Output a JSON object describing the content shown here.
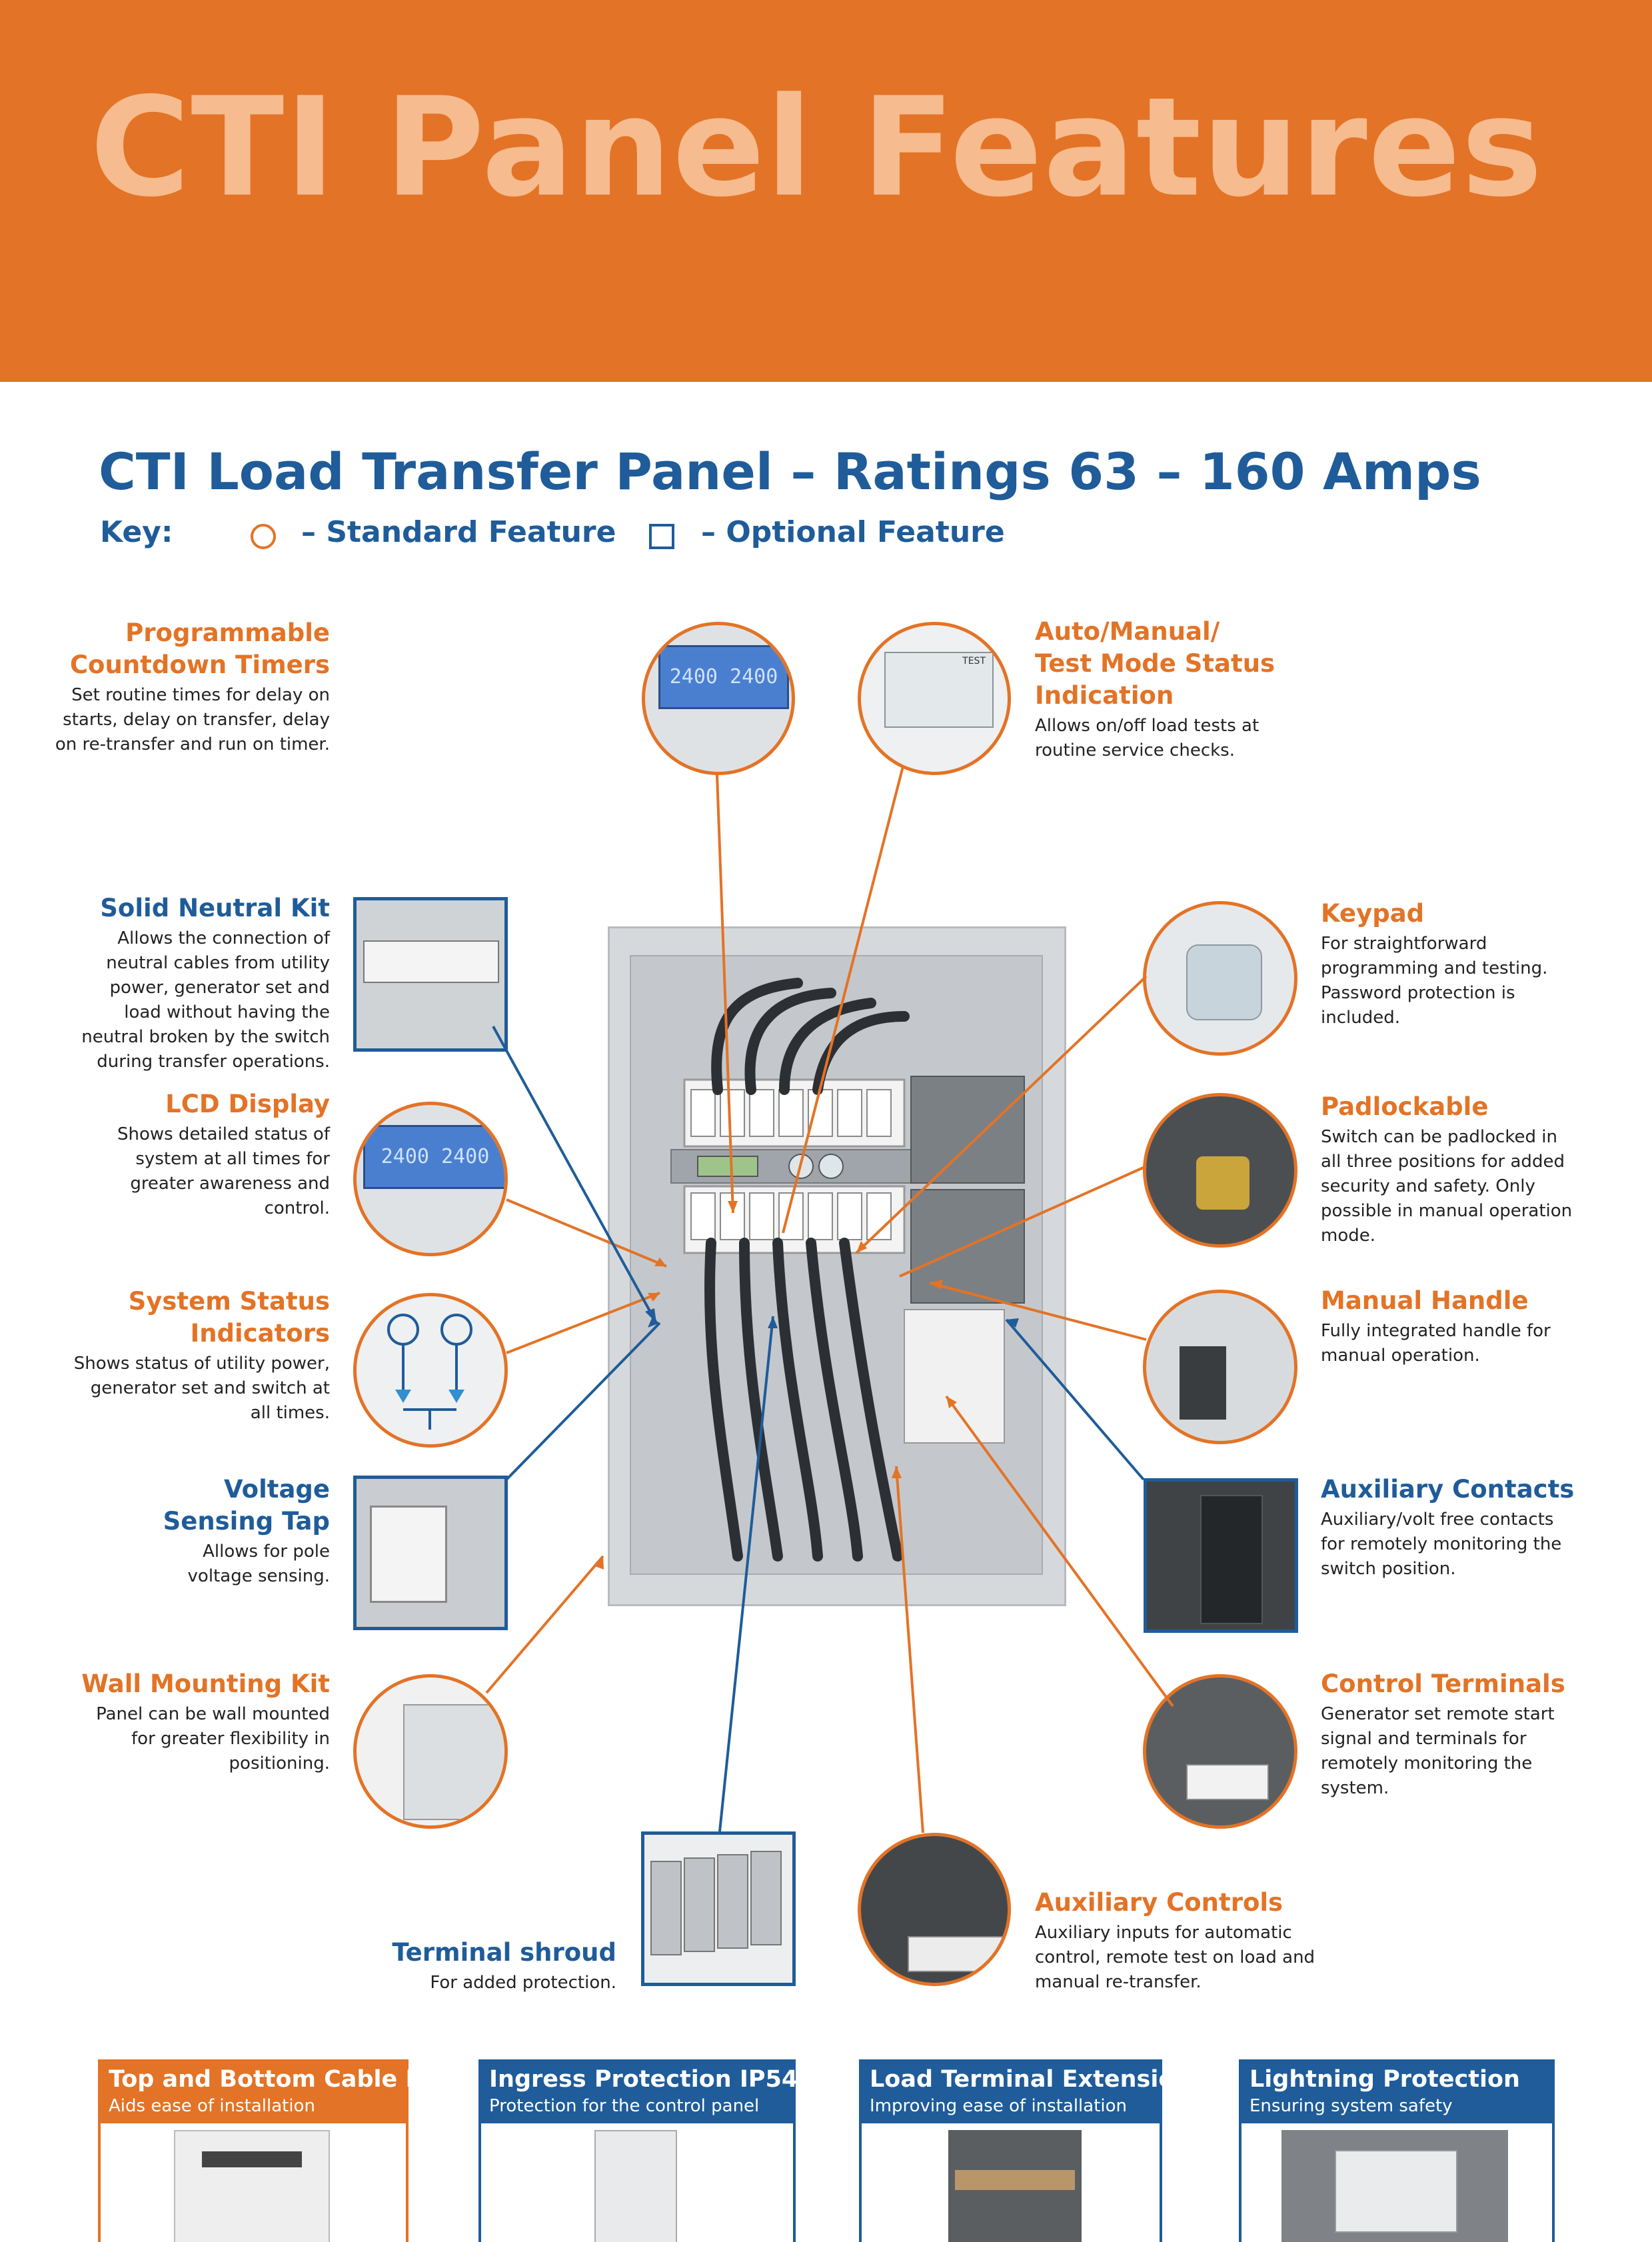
{
  "banner": {
    "title": "CTI Panel Features",
    "color": "#E37326",
    "title_color": "#F6BB8E"
  },
  "heading": {
    "title": "CTI Load Transfer Panel – Ratings 63 – 160 Amps",
    "color": "#1F5C99"
  },
  "key": {
    "label": "Key:",
    "standard": "– Standard Feature",
    "optional": "– Optional Feature"
  },
  "features": {
    "countdown_timers": {
      "title_1": "Programmable",
      "title_2": "Countdown Timers",
      "desc": [
        "Set routine times for delay on",
        "starts, delay on transfer, delay",
        "on re-transfer and run on timer."
      ]
    },
    "test_mode": {
      "title_1": "Auto/Manual/",
      "title_2": "Test Mode Status",
      "title_3": "Indication",
      "desc": [
        "Allows on/off load tests at",
        "routine service checks."
      ]
    },
    "solid_neutral": {
      "title": "Solid Neutral Kit",
      "desc": [
        "Allows the connection of",
        "neutral cables from utility",
        "power, generator set and",
        "load without having the",
        "neutral broken by the switch",
        "during transfer operations."
      ]
    },
    "lcd_display": {
      "title": "LCD Display",
      "desc": [
        "Shows detailed status of",
        "system at all times for",
        "greater awareness and",
        "control."
      ]
    },
    "status_indicators": {
      "title_1": "System Status",
      "title_2": "Indicators",
      "desc": [
        "Shows status of utility power,",
        "generator set and switch at",
        "all times."
      ]
    },
    "voltage_tap": {
      "title_1": "Voltage",
      "title_2": "Sensing Tap",
      "desc": [
        "Allows for pole",
        "voltage sensing."
      ]
    },
    "wall_mount": {
      "title": "Wall Mounting Kit",
      "desc": [
        "Panel can be wall mounted",
        "for greater flexibility in",
        "positioning."
      ]
    },
    "keypad": {
      "title": "Keypad",
      "desc": [
        "For straightforward",
        "programming and testing.",
        "Password protection is",
        "included."
      ]
    },
    "padlockable": {
      "title": "Padlockable",
      "desc": [
        "Switch can be padlocked in",
        "all three positions for added",
        "security and safety.  Only",
        "possible in manual operation",
        "mode."
      ]
    },
    "manual_handle": {
      "title": "Manual Handle",
      "desc": [
        "Fully integrated handle for",
        "manual operation."
      ]
    },
    "aux_contacts": {
      "title": "Auxiliary Contacts",
      "desc": [
        "Auxiliary/volt free contacts",
        "for remotely monitoring the",
        "switch position."
      ]
    },
    "control_terminals": {
      "title": "Control Terminals",
      "desc": [
        "Generator set remote start",
        "signal and terminals for",
        "remotely monitoring the",
        "system."
      ]
    },
    "aux_controls": {
      "title": "Auxiliary Controls",
      "desc": [
        "Auxiliary inputs for automatic",
        "control, remote test on load and",
        "manual re-transfer."
      ]
    },
    "terminal_shroud": {
      "title": "Terminal shroud",
      "desc": [
        "For added protection."
      ]
    }
  },
  "thumb_text": {
    "lcd_digits": "2400  2400",
    "test_label": "TEST"
  },
  "bottom_bands": [
    {
      "title": "Top and Bottom Cable Entry",
      "subtitle": "Aids ease of installation"
    },
    {
      "title": "Ingress Protection IP54",
      "subtitle": "Protection for the control panel"
    },
    {
      "title": "Load Terminal Extensions",
      "subtitle": "Improving ease of installation"
    },
    {
      "title": "Lightning Protection",
      "subtitle": "Ensuring system safety"
    }
  ],
  "colors": {
    "orange": "#E37326",
    "blue": "#1F5C99"
  }
}
